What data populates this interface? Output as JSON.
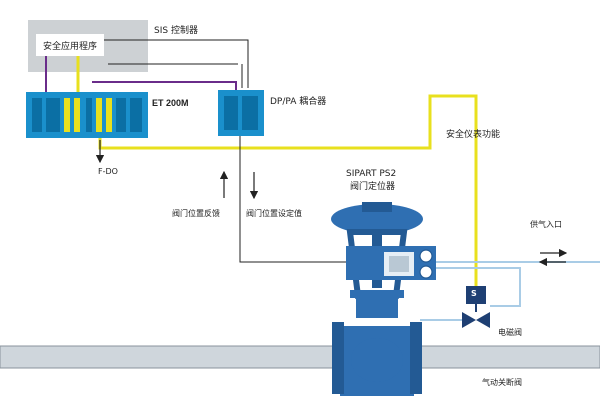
{
  "labels": {
    "sis_controller": "SIS 控制器",
    "safety_program": "安全应用程序",
    "et200m": "ET 200M",
    "dp_pa_coupler": "DP/PA 耦合器",
    "safety_instrument_function": "安全仪表功能",
    "f_do": "F-DO",
    "sipart_ps2": "SIPART PS2",
    "valve_positioner": "阀门定位器",
    "valve_position_feedback": "阀门位置反馈",
    "valve_position_setpoint": "阀门位置设定值",
    "air_inlet": "供气入口",
    "solenoid_valve": "电磁阀",
    "solenoid_letter": "S",
    "shutoff_valve": "气动关断阀"
  },
  "colors": {
    "signal_yellow": "#e8e01e",
    "module_blue": "#1a90cc",
    "module_blue_dark": "#0b6fa4",
    "sis_gray": "#cdd1d4",
    "pipe_gray": "#cfd6dc",
    "pipe_outline": "#8a939c",
    "valve_blue": "#2f6fb2",
    "valve_dark": "#235a94",
    "air_line": "#a9cce6",
    "bus_purple": "#6a2c8a",
    "solenoid_navy": "#1e3f73"
  },
  "icons": {
    "arrows": [
      "arrow-down-icon",
      "arrow-up-icon",
      "arrow-left-icon",
      "arrow-right-icon"
    ]
  }
}
